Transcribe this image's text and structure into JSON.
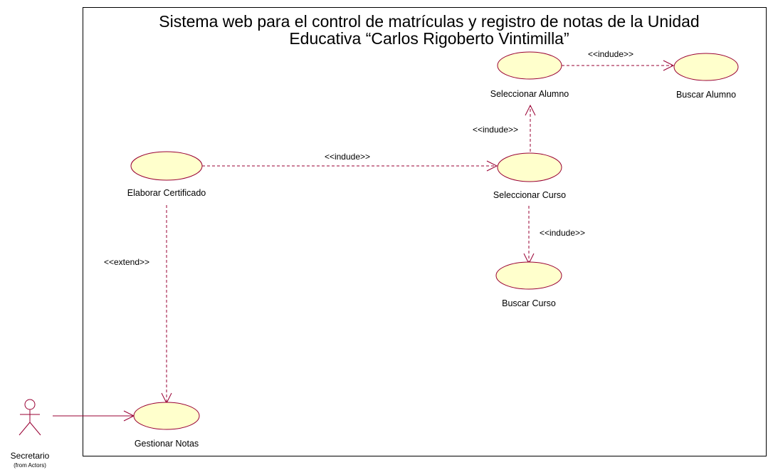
{
  "system": {
    "title_line1": "Sistema web para el control de matrículas y registro de notas de la Unidad",
    "title_line2": "Educativa “Carlos Rigoberto Vintimilla”"
  },
  "actor": {
    "name": "Secretario",
    "package": "(from Actors)"
  },
  "use_cases": {
    "seleccionar_alumno": "Seleccionar Alumno",
    "buscar_alumno": "Buscar Alumno",
    "elaborar_certificado": "Elaborar Certificado",
    "seleccionar_curso": "Seleccionar Curso",
    "buscar_curso": "Buscar Curso",
    "gestionar_notas": "Gestionar Notas"
  },
  "relationships": {
    "include_alumno_buscar": "<<indude>>",
    "include_curso_alumno": "<<indude>>",
    "include_certificado_curso": "<<indude>>",
    "include_curso_buscar": "<<indude>>",
    "extend_certificado_notas": "<<extend>>"
  },
  "colors": {
    "use_case_fill": "#ffffcc",
    "line": "#990033"
  }
}
